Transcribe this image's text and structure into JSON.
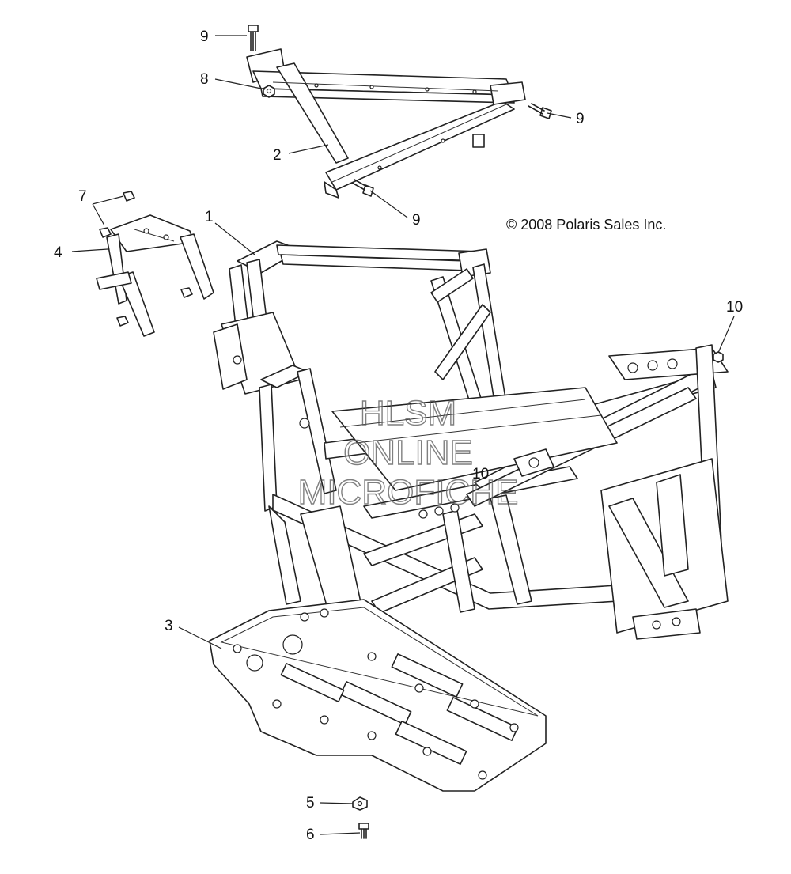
{
  "copyright": "© 2008 Polaris Sales Inc.",
  "watermark": {
    "line1": "HLSM",
    "line2": "ONLINE",
    "line3": "MICROFICHE"
  },
  "callouts": [
    {
      "id": "c9a",
      "label": "9"
    },
    {
      "id": "c8",
      "label": "8"
    },
    {
      "id": "c9b",
      "label": "9"
    },
    {
      "id": "c2",
      "label": "2"
    },
    {
      "id": "c7",
      "label": "7"
    },
    {
      "id": "c9c",
      "label": "9"
    },
    {
      "id": "c1",
      "label": "1"
    },
    {
      "id": "c4",
      "label": "4"
    },
    {
      "id": "c10a",
      "label": "10"
    },
    {
      "id": "c10b",
      "label": "10"
    },
    {
      "id": "c3",
      "label": "3"
    },
    {
      "id": "c5",
      "label": "5"
    },
    {
      "id": "c6",
      "label": "6"
    }
  ]
}
